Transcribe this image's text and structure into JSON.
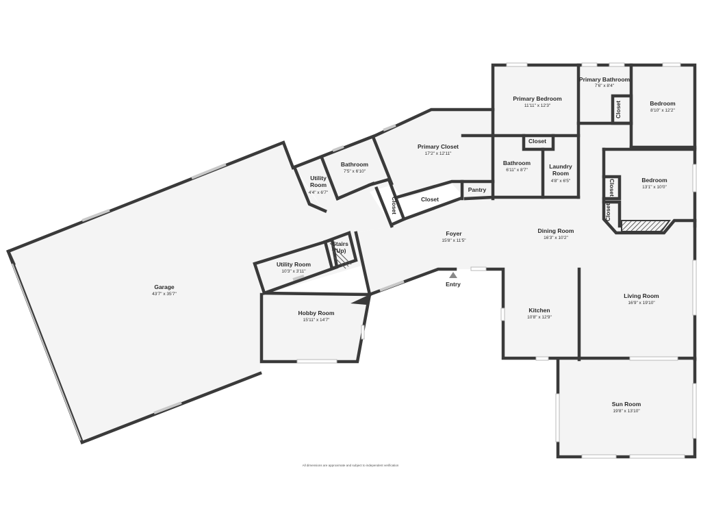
{
  "rooms": {
    "garage": {
      "name": "Garage",
      "dim": "43'7\" x 35'7\""
    },
    "utility_upper": {
      "name": "Utility\nRoom",
      "dim": "4'4\" x 6'7\""
    },
    "bathroom_left": {
      "name": "Bathroom",
      "dim": "7'5\" x 6'10\""
    },
    "primary_closet": {
      "name": "Primary Closet",
      "dim": "17'2\" x 12'11\""
    },
    "closet_vert": {
      "name": "Closet"
    },
    "closet_mid": {
      "name": "Closet"
    },
    "pantry": {
      "name": "Pantry"
    },
    "primary_bed": {
      "name": "Primary Bedroom",
      "dim": "11'11\" x 12'3\""
    },
    "closet_pb": {
      "name": "Closet"
    },
    "primary_bath": {
      "name": "Primary Bathroom",
      "dim": "7'6\" x 8'4\""
    },
    "closet_bed1": {
      "name": "Closet"
    },
    "bedroom1": {
      "name": "Bedroom",
      "dim": "8'10\" x 12'2\""
    },
    "bathroom_mid": {
      "name": "Bathroom",
      "dim": "6'11\" x 8'7\""
    },
    "laundry": {
      "name": "Laundry\nRoom",
      "dim": "4'8\" x 6'5\""
    },
    "bedroom2": {
      "name": "Bedroom",
      "dim": "13'1\" x 10'0\""
    },
    "closet_b2a": {
      "name": "Closet"
    },
    "closet_b2b": {
      "name": "Closet"
    },
    "stairs": {
      "name": "Stairs\n(Up)"
    },
    "utility_lower": {
      "name": "Utility Room",
      "dim": "10'3\" x 3'11\""
    },
    "foyer": {
      "name": "Foyer",
      "dim": "15'8\" x 11'5\""
    },
    "dining": {
      "name": "Dining Room",
      "dim": "16'3\" x 10'2\""
    },
    "hobby": {
      "name": "Hobby Room",
      "dim": "15'11\" x 14'7\""
    },
    "kitchen": {
      "name": "Kitchen",
      "dim": "10'8\" x 12'9\""
    },
    "living": {
      "name": "Living Room",
      "dim": "16'9\" x 19'10\""
    },
    "sun": {
      "name": "Sun Room",
      "dim": "19'8\" x 13'10\""
    }
  },
  "entry": {
    "label": "Entry"
  },
  "disclaimer": "All dimensions are approximate and subject to independent verification",
  "colors": {
    "wall": "#3a3a3a",
    "floor": "#f4f4f4",
    "window": "#b8b8b8"
  }
}
